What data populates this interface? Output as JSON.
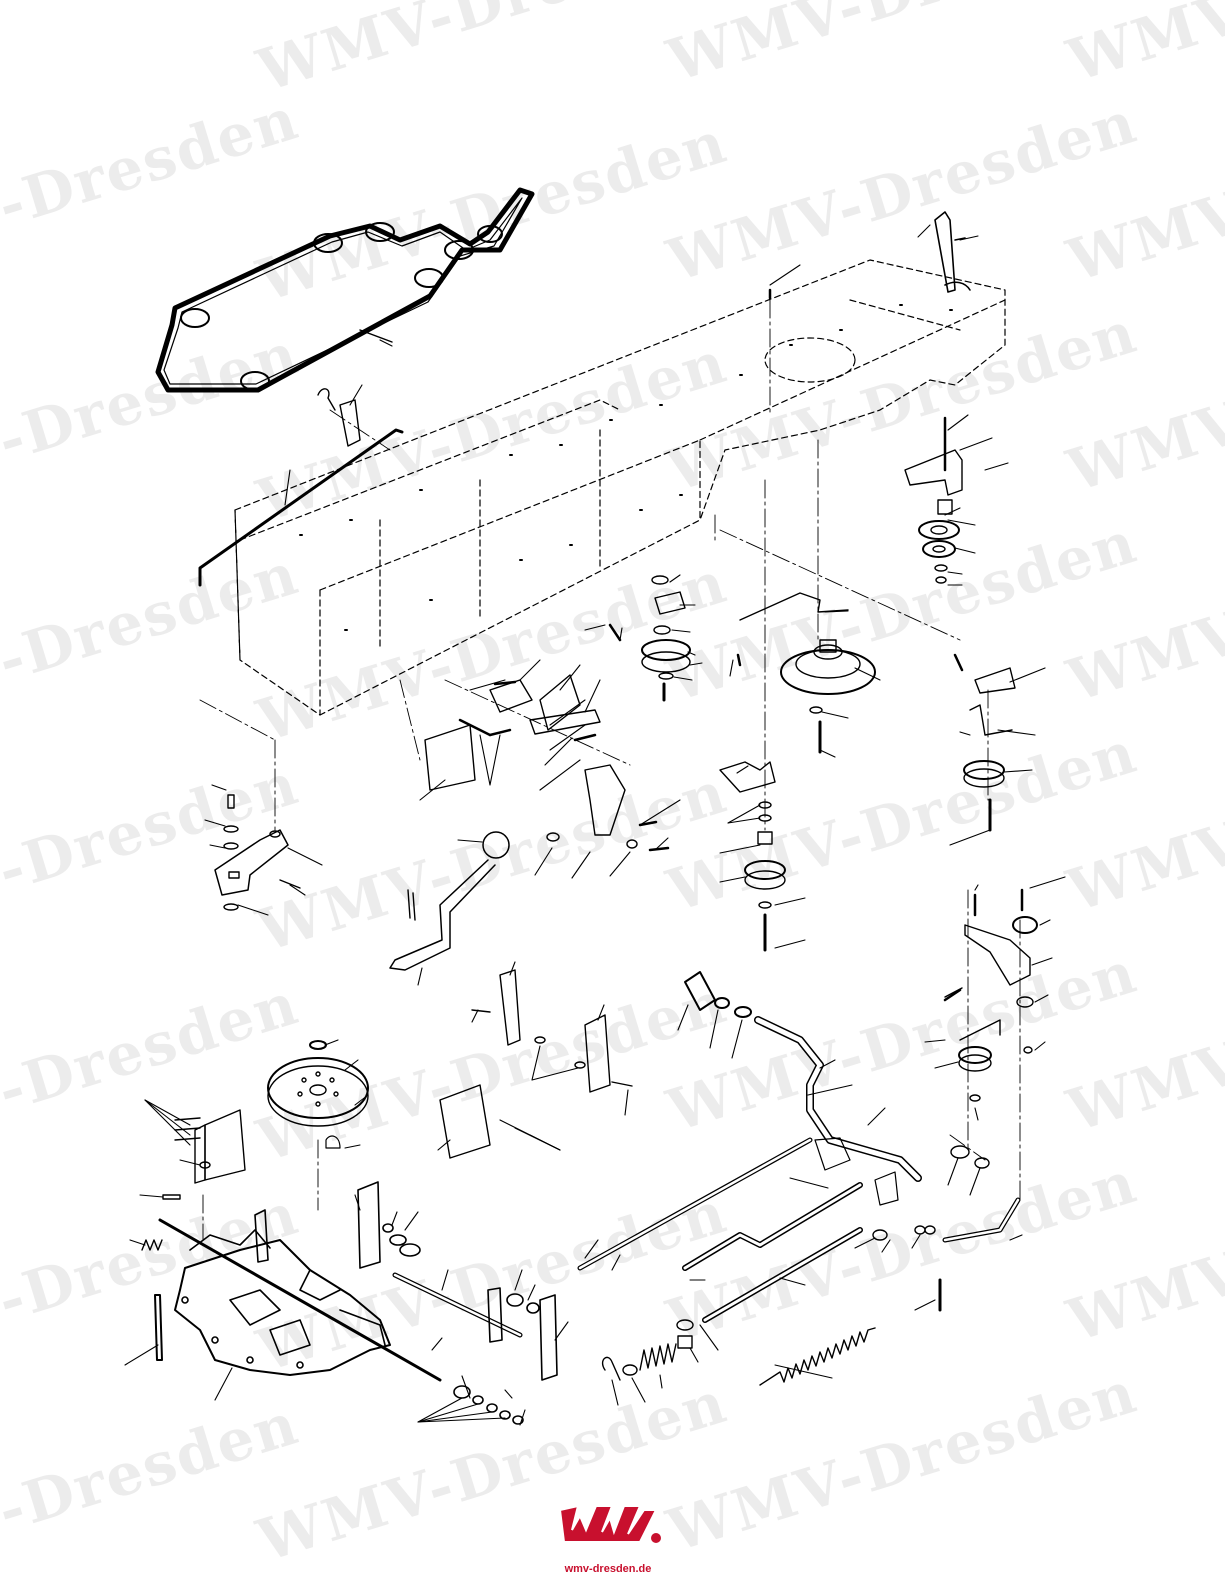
{
  "watermark": {
    "text_a": "WMV-Dresden",
    "text_b": "-Dresden",
    "text_c": "WMV-",
    "color": "#000000"
  },
  "logo": {
    "caption": "wmv-dresden.de",
    "color": "#c8102e"
  },
  "icons": [
    "v-belt-icon",
    "pulley-icon",
    "transaxle-icon",
    "spring-icon",
    "bolt-icon",
    "washer-icon",
    "frame-icon",
    "rod-icon"
  ]
}
